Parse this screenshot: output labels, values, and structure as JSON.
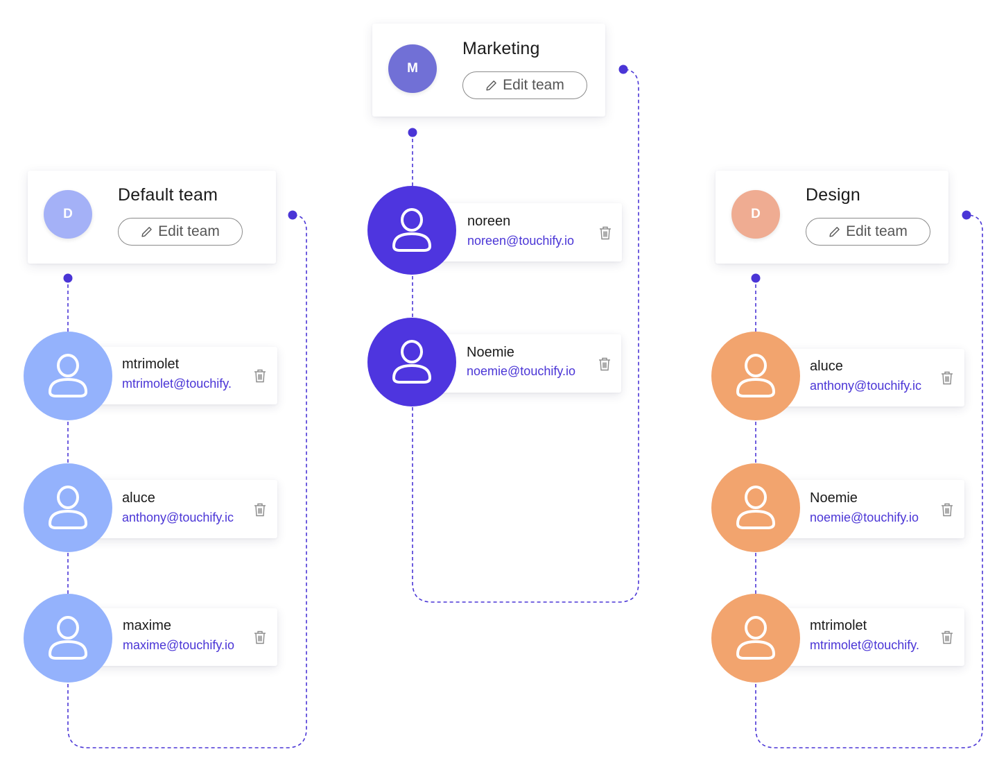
{
  "colors": {
    "connector": "#4a35d6",
    "marketing_avatar": "#7170d6",
    "marketing_member": "#4e35df",
    "default_avatar": "#a4b1f7",
    "default_member": "#94b2fc",
    "design_avatar": "#efac92",
    "design_member": "#f2a46e",
    "email": "#4a35d6"
  },
  "icons": {
    "edit": "pencil-icon",
    "delete": "trash-icon",
    "user": "user-icon"
  },
  "teams": [
    {
      "id": "marketing",
      "initial": "M",
      "name": "Marketing",
      "edit_label": "Edit team",
      "members": [
        {
          "name": "noreen",
          "email": "noreen@touchify.io"
        },
        {
          "name": "Noemie",
          "email": "noemie@touchify.io"
        }
      ]
    },
    {
      "id": "default",
      "initial": "D",
      "name": "Default team",
      "edit_label": "Edit team",
      "members": [
        {
          "name": "mtrimolet",
          "email": "mtrimolet@touchify."
        },
        {
          "name": "aluce",
          "email": "anthony@touchify.ic"
        },
        {
          "name": "maxime",
          "email": "maxime@touchify.io"
        }
      ]
    },
    {
      "id": "design",
      "initial": "D",
      "name": "Design",
      "edit_label": "Edit team",
      "members": [
        {
          "name": "aluce",
          "email": "anthony@touchify.ic"
        },
        {
          "name": "Noemie",
          "email": "noemie@touchify.io"
        },
        {
          "name": "mtrimolet",
          "email": "mtrimolet@touchify."
        }
      ]
    }
  ]
}
